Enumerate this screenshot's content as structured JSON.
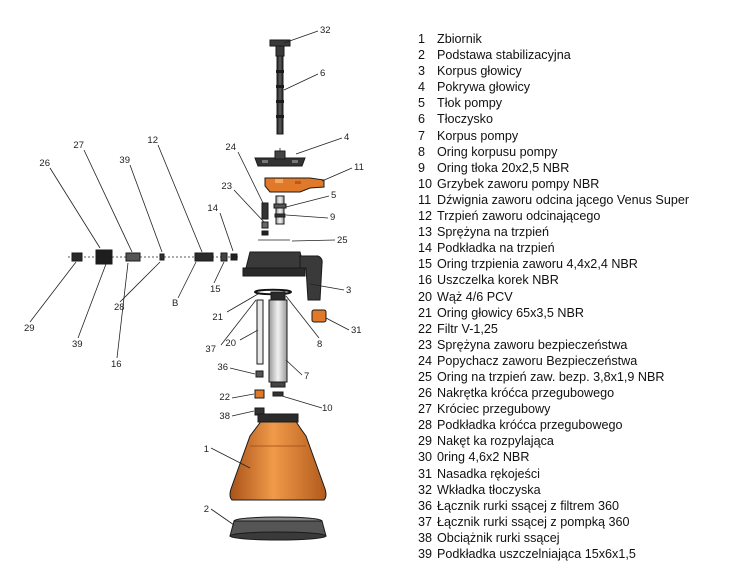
{
  "legend": [
    {
      "number": "1",
      "text": "Zbiornik"
    },
    {
      "number": "2",
      "text": "Podstawa stabilizacyjna"
    },
    {
      "number": "3",
      "text": "Korpus głowicy"
    },
    {
      "number": "4",
      "text": "Pokrywa głowicy"
    },
    {
      "number": "5",
      "text": "Tłok pompy"
    },
    {
      "number": "6",
      "text": "Tłoczysko"
    },
    {
      "number": "7",
      "text": "Korpus pompy"
    },
    {
      "number": "8",
      "text": "Oring korpusu pompy"
    },
    {
      "number": "9",
      "text": "Oring tłoka 20x2,5 NBR"
    },
    {
      "number": "10",
      "text": "Grzybek zaworu pompy NBR"
    },
    {
      "number": "11",
      "text": "Dźwignia zaworu odcina jącego Venus Super"
    },
    {
      "number": "12",
      "text": "Trzpień zaworu odcinającego"
    },
    {
      "number": "13",
      "text": "Sprężyna na trzpień"
    },
    {
      "number": "14",
      "text": "Podkładka na trzpień"
    },
    {
      "number": "15",
      "text": "Oring trzpienia zaworu 4,4x2,4 NBR"
    },
    {
      "number": "16",
      "text": "Uszczelka korek NBR"
    },
    {
      "number": "20",
      "text": "Wąż 4/6 PCV"
    },
    {
      "number": "21",
      "text": "Oring głowicy 65x3,5    NBR"
    },
    {
      "number": "22",
      "text": "Filtr V-1,25"
    },
    {
      "number": "23",
      "text": "Sprężyna zaworu bezpieczeństwa"
    },
    {
      "number": "24",
      "text": "Popychacz zaworu Bezpieczeństwa"
    },
    {
      "number": "25",
      "text": "Oring na trzpień zaw. bezp. 3,8x1,9 NBR"
    },
    {
      "number": "26",
      "text": "Nakrętka króćca przegubowego"
    },
    {
      "number": "27",
      "text": "Króciec przegubowy"
    },
    {
      "number": "28",
      "text": "Podkładka  króćca przegubowego"
    },
    {
      "number": "29",
      "text": "Nakęt ka rozpylająca"
    },
    {
      "number": "30",
      "text": "0ring 4,6x2 NBR"
    },
    {
      "number": "31",
      "text": "Nasadka rękojeści"
    },
    {
      "number": "32",
      "text": "Wkładka tłoczyska"
    },
    {
      "number": "36",
      "text": "Łącznik rurki ssącej z filtrem 360"
    },
    {
      "number": "37",
      "text": "Łącznik rurki ssącej z pompką 360"
    },
    {
      "number": "38",
      "text": "Obciążnik rurki ssącej"
    },
    {
      "number": "39",
      "text": "Podkładka uszczelniająca 15x6x1,5"
    }
  ],
  "callouts": {
    "c32": "32",
    "c6": "6",
    "c4": "4",
    "c11": "11",
    "c24": "24",
    "c5": "5",
    "c23": "23",
    "c9": "9",
    "c25": "25",
    "c14": "14",
    "c12": "12",
    "c39a": "39",
    "c27": "27",
    "c26": "26",
    "c15": "15",
    "cB": "B",
    "c28": "28",
    "c29": "29",
    "c39b": "39",
    "c16": "16",
    "c3": "3",
    "c21": "21",
    "c37": "37",
    "c20": "20",
    "c8": "8",
    "c31": "31",
    "c7": "7",
    "c36": "36",
    "c22": "22",
    "c38": "38",
    "c10": "10",
    "c1": "1",
    "c2": "2"
  },
  "colors": {
    "orange": "#e07a2a",
    "orange_dark": "#b85a18",
    "dark": "#2f2f2f",
    "grey": "#8a8a8a",
    "light_grey": "#d9d9d9"
  }
}
